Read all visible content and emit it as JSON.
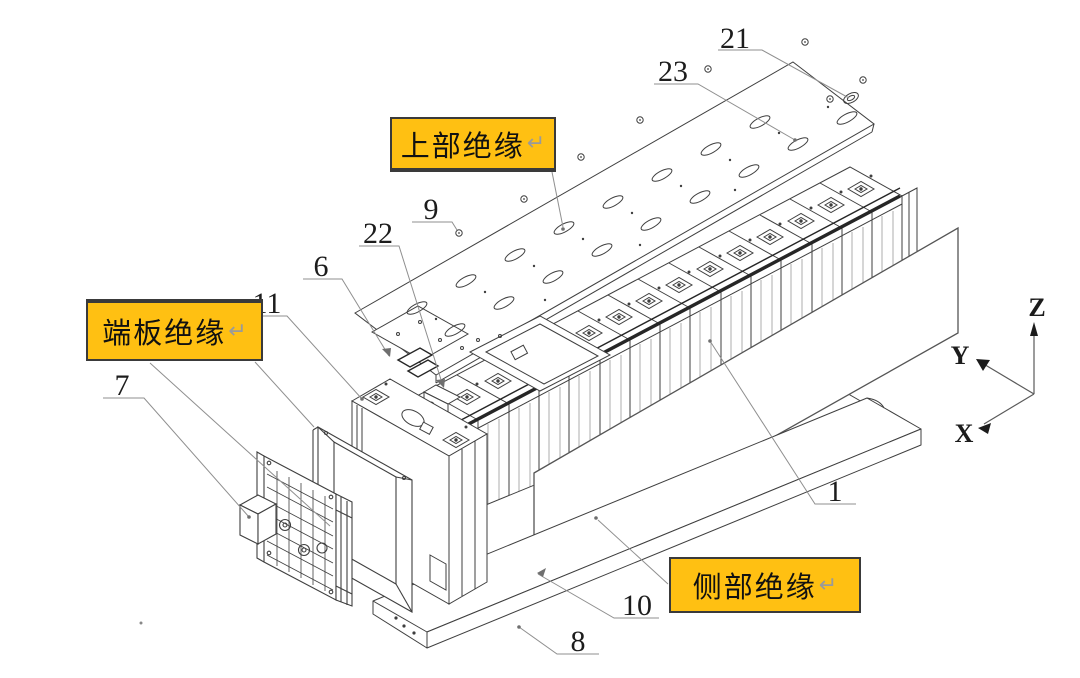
{
  "figure": {
    "labels": {
      "top_insulation": {
        "text": "上部绝缘",
        "return_symbol": "↵"
      },
      "end_plate_insulation": {
        "text": "端板绝缘",
        "return_symbol": "↵"
      },
      "side_insulation": {
        "text": "侧部绝缘",
        "return_symbol": "↵"
      }
    },
    "callouts": {
      "c21": "21",
      "c23": "23",
      "c9": "9",
      "c22": "22",
      "c6": "6",
      "c11": "11",
      "c7": "7",
      "c1": "1",
      "c10": "10",
      "c8": "8"
    },
    "axes": {
      "x": "X",
      "y": "Y",
      "z": "Z"
    },
    "colors": {
      "label_background": "#FFC012",
      "label_border": "#3A3A3A",
      "label_text": "#111111",
      "return_symbol_color": "#9A9A9A",
      "line_art": "#3F3F3F",
      "leader_line": "#8F8F8F",
      "dark_accent": "#262626"
    }
  }
}
